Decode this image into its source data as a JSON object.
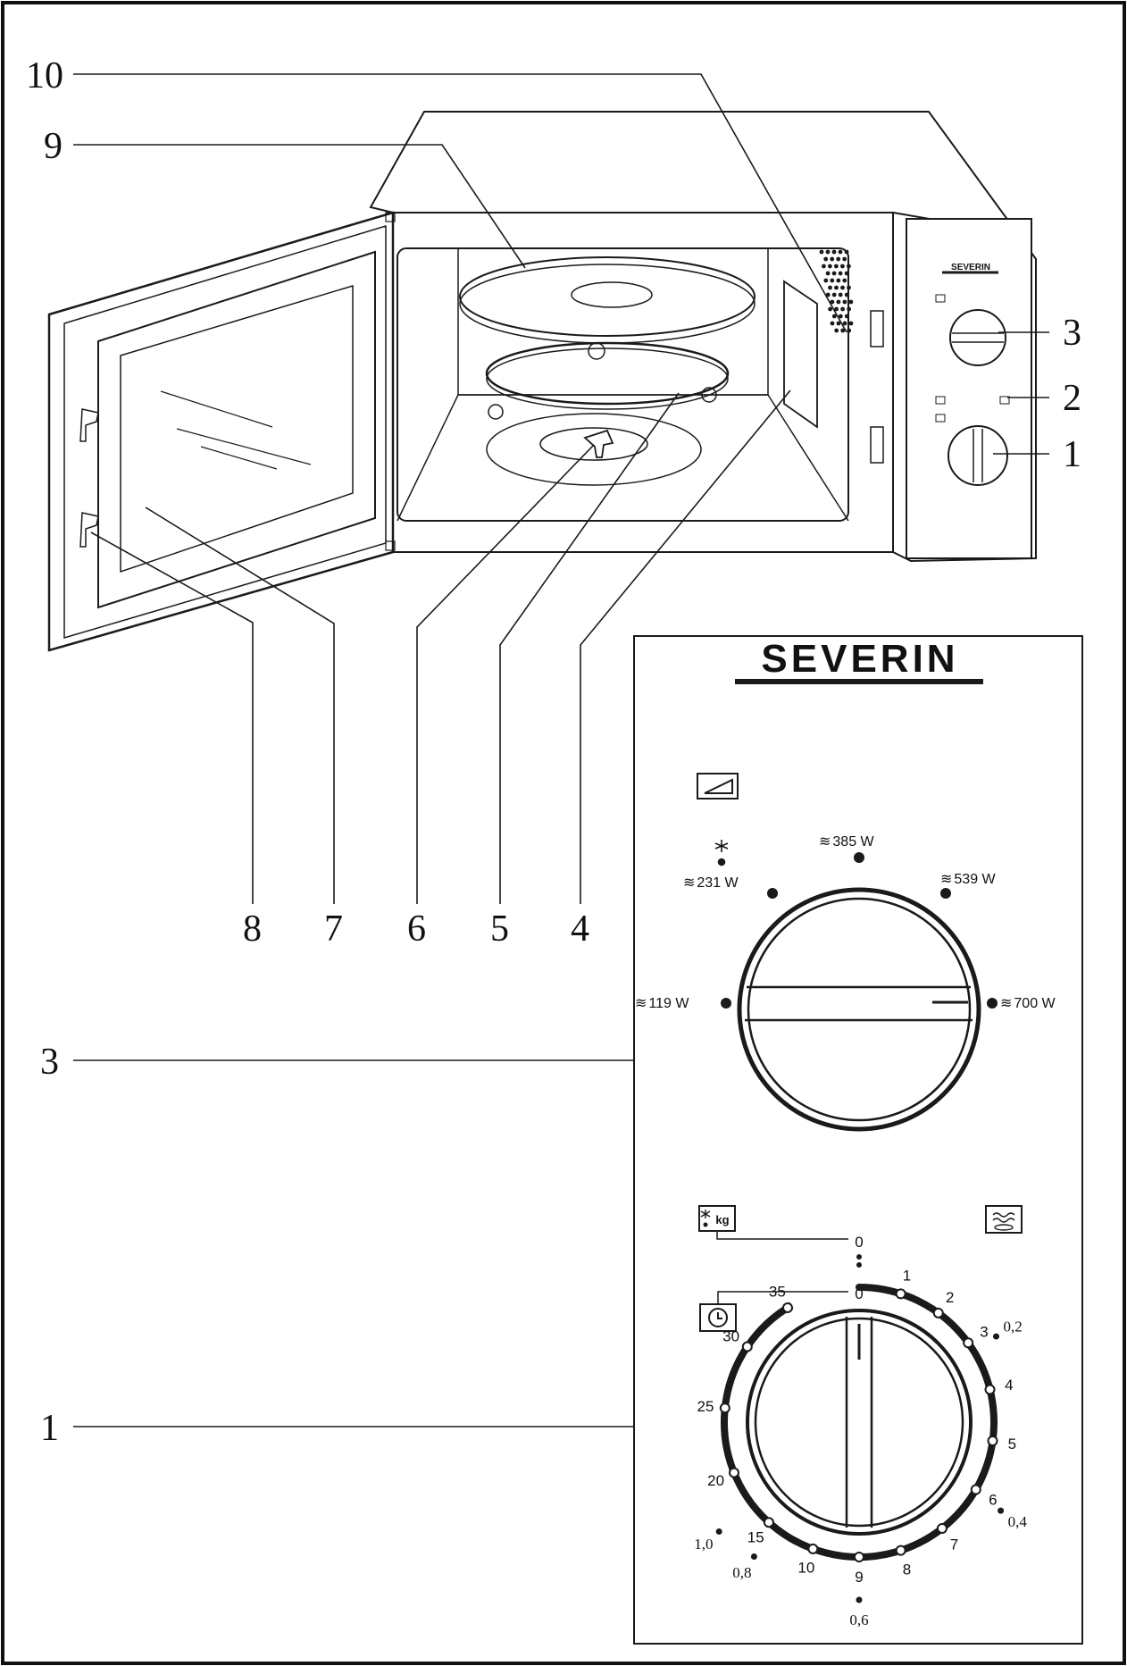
{
  "callouts": {
    "c10": "10",
    "c9": "9",
    "c3_top": "3",
    "c2": "2",
    "c1_top": "1",
    "c8": "8",
    "c7": "7",
    "c6": "6",
    "c5": "5",
    "c4": "4",
    "c3_panel": "3",
    "c1_panel": "1"
  },
  "brand": "SEVERIN",
  "power_dial": {
    "defrost_icon": "snowflake-drop-icon",
    "labels": [
      "119 W",
      "231 W",
      "385 W",
      "539 W",
      "700 W"
    ],
    "wave_symbol": "≋"
  },
  "timer_dial": {
    "defrost_weight_label": "kg",
    "defrost_zero": "0",
    "timer_zero": "0",
    "minute_labels": [
      "1",
      "2",
      "3",
      "4",
      "5",
      "6",
      "7",
      "8",
      "9",
      "10",
      "15",
      "20",
      "25",
      "30",
      "35"
    ],
    "weight_labels": [
      "0,2",
      "0,4",
      "0,6",
      "0,8",
      "1,0"
    ]
  },
  "colors": {
    "line": "#1a1a1a",
    "background": "#ffffff"
  }
}
